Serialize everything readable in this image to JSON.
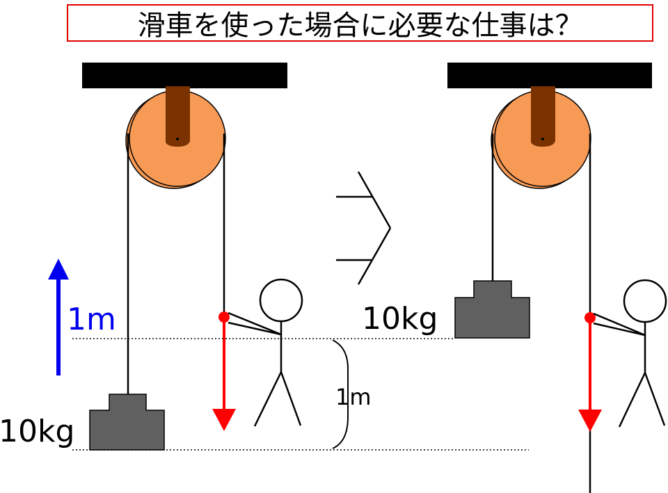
{
  "title": "滑車を使った場合に必要な仕事は？",
  "labels": {
    "mass_left": "10kg",
    "mass_right": "10kg",
    "lift_height": "1m",
    "pull_distance": "1m"
  },
  "colors": {
    "pulley": "#f79a55",
    "axle": "#7a3300",
    "block": "#606060",
    "support": "#000000",
    "pull_arrow": "#ff0000",
    "lift_arrow": "#0000ee",
    "title_border": "#e00000"
  }
}
